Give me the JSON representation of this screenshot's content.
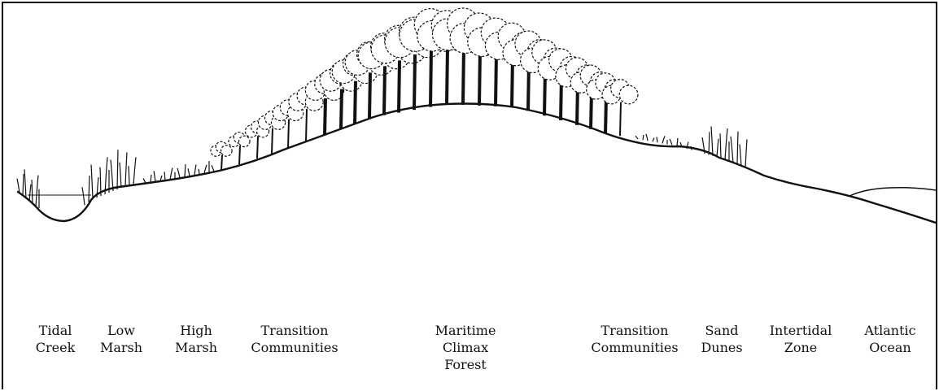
{
  "diagram": {
    "colors": {
      "ink": "#111111",
      "background": "#ffffff",
      "border": "#000000"
    },
    "zones": [
      {
        "id": "tidal-creek",
        "lines": [
          "Tidal",
          "Creek"
        ]
      },
      {
        "id": "low-marsh",
        "lines": [
          "Low",
          "Marsh"
        ]
      },
      {
        "id": "high-marsh",
        "lines": [
          "High",
          "Marsh"
        ]
      },
      {
        "id": "transition-left",
        "lines": [
          "Transition",
          "Communities"
        ]
      },
      {
        "id": "maritime-forest",
        "lines": [
          "Maritime",
          "Climax",
          "Forest"
        ]
      },
      {
        "id": "transition-right",
        "lines": [
          "Transition",
          "Communities"
        ]
      },
      {
        "id": "sand-dunes",
        "lines": [
          "Sand",
          "Dunes"
        ]
      },
      {
        "id": "intertidal-zone",
        "lines": [
          "Intertidal",
          "Zone"
        ]
      },
      {
        "id": "atlantic-ocean",
        "lines": [
          "Atlantic",
          "Ocean"
        ]
      }
    ]
  }
}
